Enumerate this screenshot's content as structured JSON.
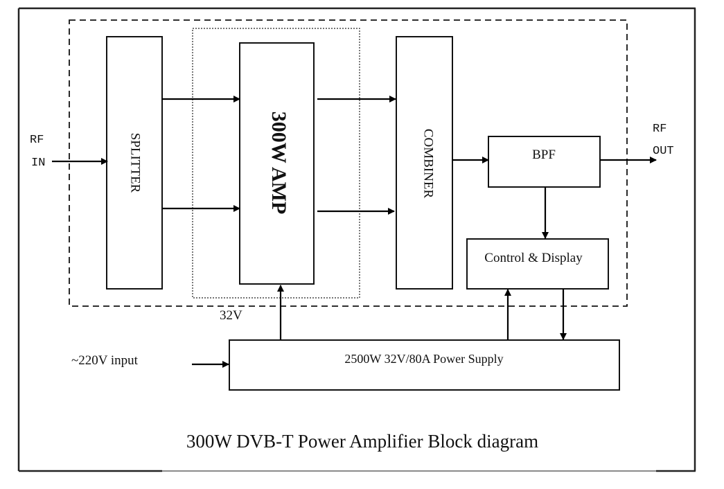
{
  "diagram": {
    "title": "300W DVB-T Power Amplifier Block diagram",
    "blocks": {
      "splitter": "SPLITTER",
      "amp": "300W AMP",
      "combiner": "COMBINER",
      "bpf": "BPF",
      "control": "Control & Display",
      "power_supply": "2500W 32V/80A Power Supply"
    },
    "labels": {
      "rf_in_1": "RF",
      "rf_in_2": "IN",
      "rf_out_1": "RF",
      "rf_out_2": "OUT",
      "voltage": "32V",
      "ac_input": "~220V input"
    },
    "connections": [
      {
        "from": "RF IN",
        "to": "SPLITTER"
      },
      {
        "from": "SPLITTER",
        "to": "300W AMP",
        "count": 2
      },
      {
        "from": "300W AMP",
        "to": "COMBINER",
        "count": 2
      },
      {
        "from": "COMBINER",
        "to": "BPF"
      },
      {
        "from": "BPF",
        "to": "RF OUT"
      },
      {
        "from": "BPF",
        "to": "Control & Display"
      },
      {
        "from": "Power Supply",
        "to": "300W AMP",
        "label": "32V"
      },
      {
        "from": "Power Supply",
        "to": "Control & Display"
      },
      {
        "from": "Control & Display",
        "to": "Power Supply"
      },
      {
        "from": "~220V input",
        "to": "Power Supply"
      }
    ]
  }
}
